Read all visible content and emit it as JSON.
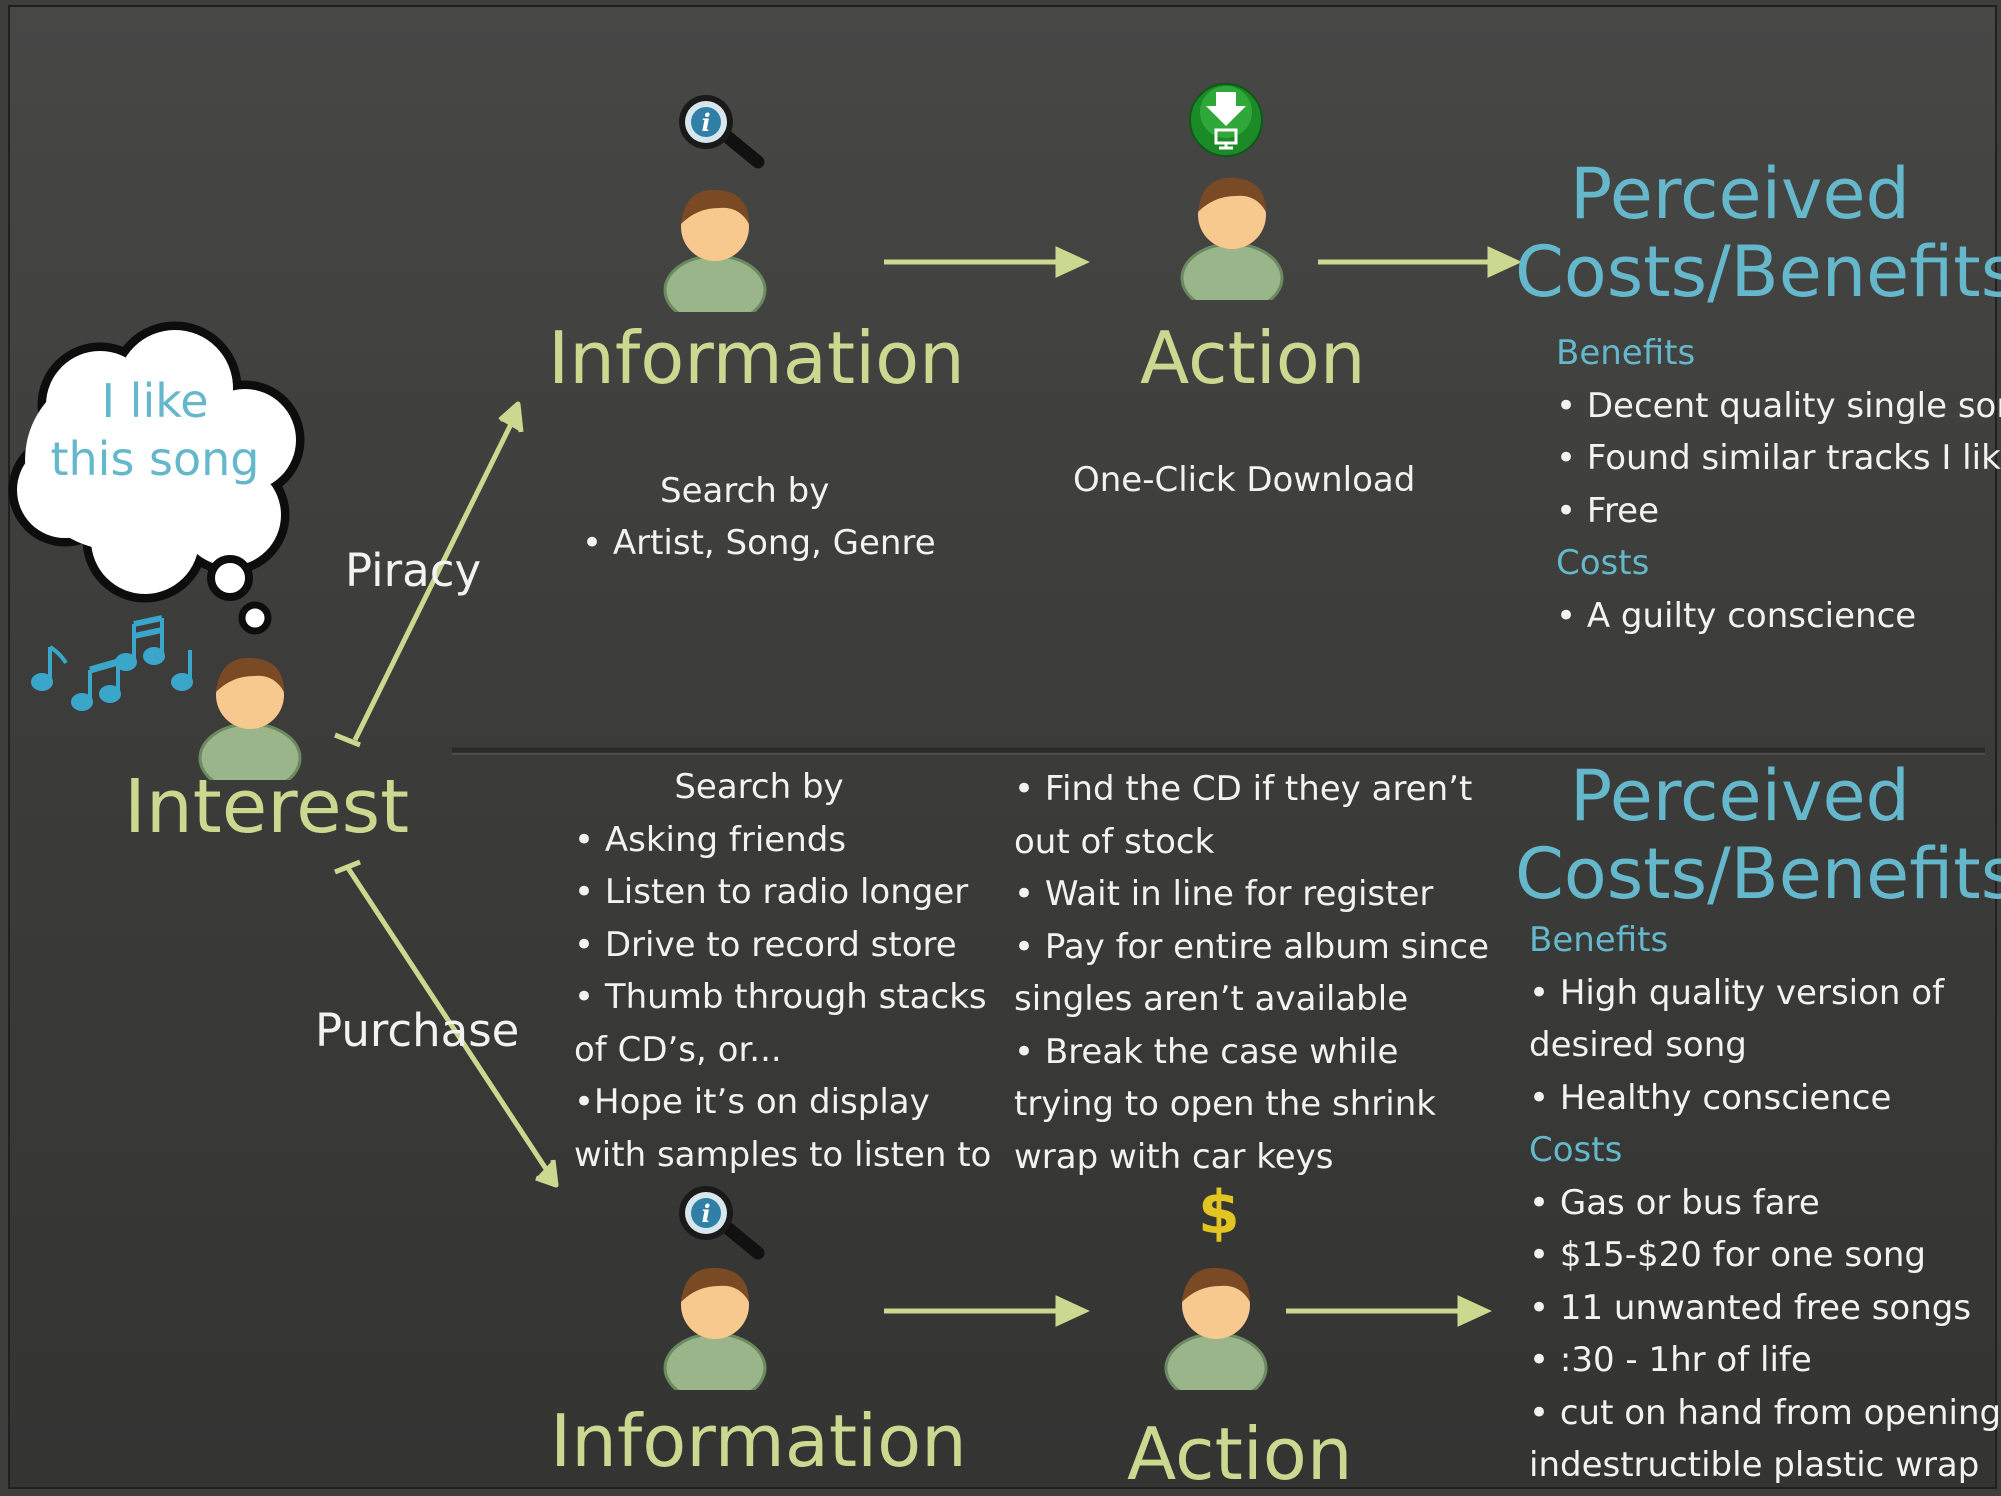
{
  "thought_bubble": {
    "line1": "I like",
    "line2": "this song"
  },
  "interest": {
    "label": "Interest"
  },
  "branches": {
    "piracy_label": "Piracy",
    "purchase_label": "Purchase"
  },
  "piracy": {
    "information": {
      "title": "Information",
      "search_heading": "Search by",
      "items": [
        "• Artist, Song, Genre"
      ]
    },
    "action": {
      "title": "Action",
      "description": "One-Click Download"
    },
    "outcome": {
      "heading_line1": "Perceived",
      "heading_line2": "Costs/Benefits",
      "benefits_label": "Benefits",
      "benefits": [
        "• Decent quality single song",
        "• Found similar tracks I like",
        "• Free"
      ],
      "costs_label": "Costs",
      "costs": [
        "• A guilty conscience"
      ]
    }
  },
  "purchase": {
    "information": {
      "title": "Information",
      "search_heading": "Search by",
      "lines": [
        "• Asking friends",
        "• Listen to radio longer",
        "• Drive to record store",
        "• Thumb through stacks",
        "of CD’s, or...",
        "•Hope it’s on display",
        "with samples to listen to"
      ]
    },
    "action": {
      "title": "Action",
      "lines": [
        "• Find the CD if they aren’t",
        "out of stock",
        "• Wait in line for register",
        "• Pay for entire album since",
        "singles aren’t available",
        "• Break the case while",
        "trying to open the shrink",
        "wrap with car keys"
      ]
    },
    "outcome": {
      "heading_line1": "Perceived",
      "heading_line2": "Costs/Benefits",
      "benefits_label": "Benefits",
      "benefits": [
        "• High quality version of",
        "desired song",
        "• Healthy conscience"
      ],
      "costs_label": "Costs",
      "costs": [
        "• Gas or bus fare",
        "• $15-$20 for one song",
        "• 11 unwanted free songs",
        "• :30 - 1hr of life",
        "• cut on hand from opening",
        "indestructible plastic wrap"
      ]
    }
  },
  "icons": {
    "dollar_glyph": "$"
  },
  "colors": {
    "accent_green": "#cbd88f",
    "accent_blue": "#65b8cb",
    "text_white": "#f2f2f2",
    "background": "#3e3e3c"
  }
}
